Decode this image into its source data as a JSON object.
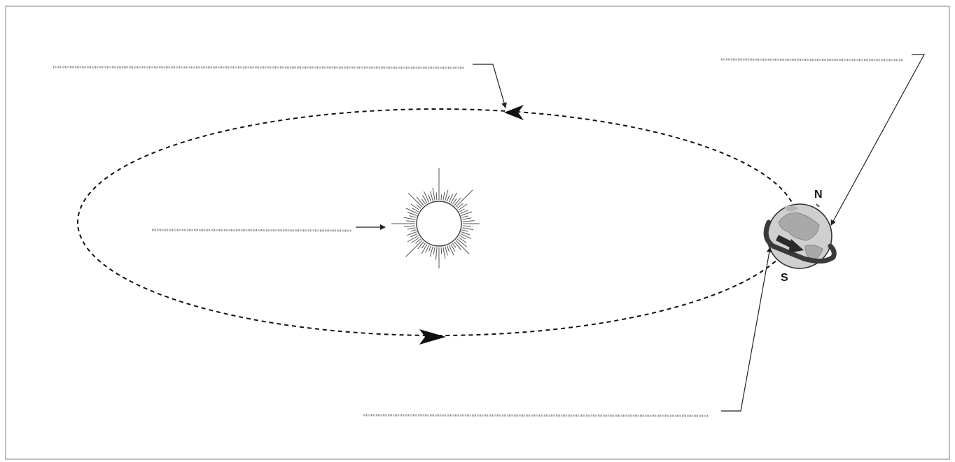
{
  "poles": {
    "north": "N",
    "south": "S"
  },
  "answer_blanks": [
    {
      "id": "top-left",
      "value": ""
    },
    {
      "id": "top-right",
      "value": ""
    },
    {
      "id": "sun",
      "value": ""
    },
    {
      "id": "bottom",
      "value": ""
    }
  ],
  "icons": [
    "sun-icon",
    "earth-icon",
    "orbit-direction-arrow",
    "rotation-arrow"
  ],
  "colors": {
    "line": "#222222",
    "blank": "#8a8a8a",
    "frame": "#a8a8a8",
    "earth_fill": "#cfcfcf",
    "earth_land": "#a9a9a9",
    "rotation_arrow": "#3a3a3a"
  }
}
